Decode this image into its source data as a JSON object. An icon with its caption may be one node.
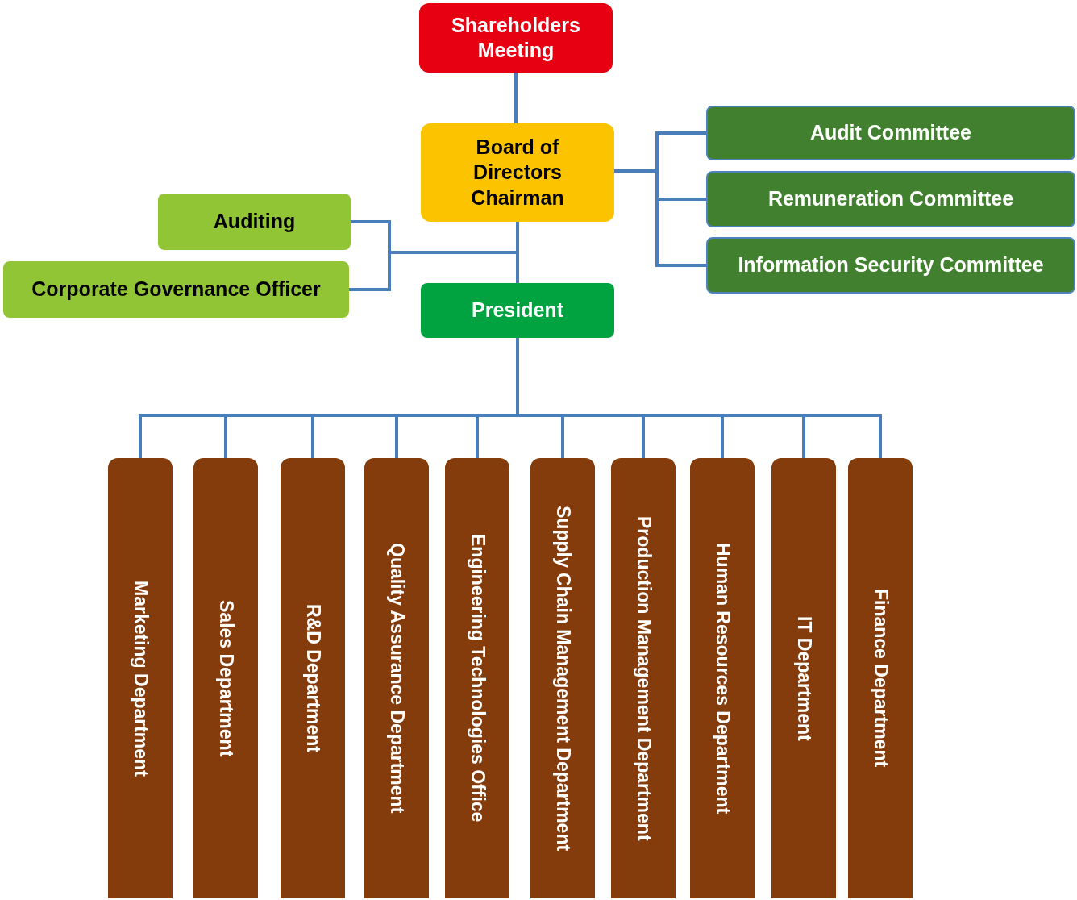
{
  "diagram": {
    "nodes": [
      {
        "text": [
          "Shareholders Meeting"
        ]
      },
      {
        "text": [
          "Board of Directors Chairman"
        ]
      },
      {
        "text": [
          "Audit Committee"
        ]
      },
      {
        "text": [
          "Remuneration Committee"
        ]
      },
      {
        "text": [
          "Information Security Committee"
        ]
      },
      {
        "text": [
          "Auditing"
        ]
      },
      {
        "text": [
          "Corporate Governance Officer"
        ]
      },
      {
        "text": [
          "President"
        ]
      },
      {
        "text": [
          "Marketing Department"
        ]
      },
      {
        "text": [
          "Sales Department"
        ]
      },
      {
        "text": [
          "R&D Department"
        ]
      },
      {
        "text": [
          "Quality Assurance Department"
        ]
      },
      {
        "text": [
          "Engineering Technologies Office"
        ]
      },
      {
        "text": [
          "Supply Chain Management Department"
        ]
      },
      {
        "text": [
          "Production Management Department"
        ]
      },
      {
        "text": [
          "Human Resources Department"
        ]
      },
      {
        "text": [
          "IT Department"
        ]
      },
      {
        "text": [
          "Finance Department"
        ]
      }
    ],
    "edges": [
      {
        "from": 0,
        "to": 1,
        "arrow": "none"
      },
      {
        "from": 1,
        "to": 2,
        "arrow": "none"
      },
      {
        "from": 1,
        "to": 3,
        "arrow": "none"
      },
      {
        "from": 1,
        "to": 4,
        "arrow": "none"
      },
      {
        "from": 1,
        "to": 5,
        "arrow": "none"
      },
      {
        "from": 1,
        "to": 6,
        "arrow": "none"
      },
      {
        "from": 1,
        "to": 7,
        "arrow": "none"
      },
      {
        "from": 7,
        "to": 8,
        "arrow": "none"
      },
      {
        "from": 7,
        "to": 9,
        "arrow": "none"
      },
      {
        "from": 7,
        "to": 10,
        "arrow": "none"
      },
      {
        "from": 7,
        "to": 11,
        "arrow": "none"
      },
      {
        "from": 7,
        "to": 12,
        "arrow": "none"
      },
      {
        "from": 7,
        "to": 13,
        "arrow": "none"
      },
      {
        "from": 7,
        "to": 14,
        "arrow": "none"
      },
      {
        "from": 7,
        "to": 15,
        "arrow": "none"
      },
      {
        "from": 7,
        "to": 16,
        "arrow": "none"
      },
      {
        "from": 7,
        "to": 17,
        "arrow": "none"
      }
    ]
  }
}
